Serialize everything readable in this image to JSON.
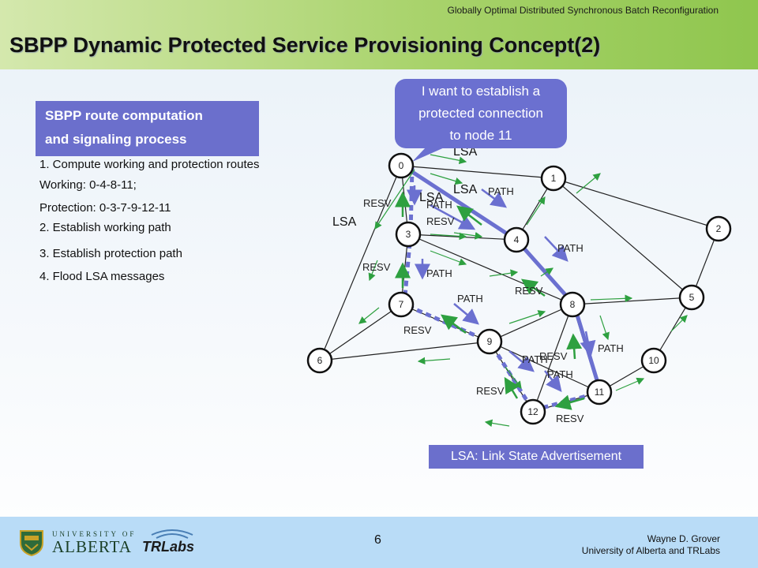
{
  "header": {
    "top_caption": "Globally Optimal Distributed Synchronous  Batch Reconfiguration",
    "title": "SBPP Dynamic Protected Service Provisioning Concept(2)"
  },
  "subtitle_box": {
    "line1": "SBPP route computation",
    "line2": "and signaling process"
  },
  "steps": [
    "1. Compute working and protection routes",
    "Working: 0-4-8-11;",
    "Protection: 0-3-7-9-12-11",
    "2. Establish working path",
    "3. Establish protection path",
    "4. Flood LSA messages"
  ],
  "callout": {
    "line1": "I want to establish a",
    "line2": "protected connection",
    "line3": "to node 11"
  },
  "legend": "LSA: Link State Advertisement",
  "diagram": {
    "nodes": [
      "0",
      "1",
      "2",
      "3",
      "4",
      "5",
      "6",
      "7",
      "8",
      "9",
      "10",
      "11",
      "12"
    ],
    "labels": {
      "lsa": "LSA",
      "path": "PATH",
      "resv": "RESV"
    },
    "colors": {
      "working": "#6b70d0",
      "arrow_green": "#2ea040",
      "arrow_blue": "#6b70d0",
      "link": "#222222"
    }
  },
  "footer": {
    "page_number": "6",
    "author": "Wayne D. Grover",
    "affiliation": "University of Alberta and TRLabs",
    "univ_small": "UNIVERSITY OF",
    "univ_large": "ALBERTA",
    "trlabs": "TRLabs"
  }
}
